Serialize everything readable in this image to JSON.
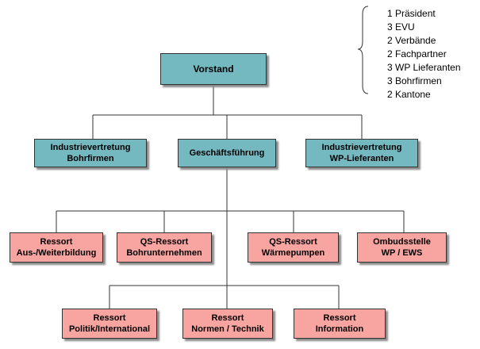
{
  "org_chart": {
    "vorstand": "Vorstand",
    "iv_bohrfirmen": "Industrievertretung\nBohrfirmen",
    "geschaeftsfuehrung": "Geschäftsführung",
    "iv_wp_lieferanten": "Industrievertretung\nWP-Lieferanten",
    "ressort_aus_weiterbildung": "Ressort\nAus-/Weiterbildung",
    "qs_ressort_bohrunternehmen": "QS-Ressort\nBohrunternehmen",
    "qs_ressort_waermepumpen": "QS-Ressort\nWärmepumpen",
    "ombudsstelle": "Ombudsstelle\nWP / EWS",
    "ressort_politik": "Ressort\nPolitik/International",
    "ressort_normen": "Ressort\nNormen / Technik",
    "ressort_information": "Ressort\nInformation"
  },
  "board_composition": [
    "1 Präsident",
    "3 EVU",
    "2 Verbände",
    "2 Fachpartner",
    "3 WP Lieferanten",
    "3 Bohrfirmen",
    "2 Kantone"
  ],
  "colors": {
    "management_box": "#74b8c0",
    "ressort_box": "#f8a4a0",
    "connector": "#333333"
  }
}
